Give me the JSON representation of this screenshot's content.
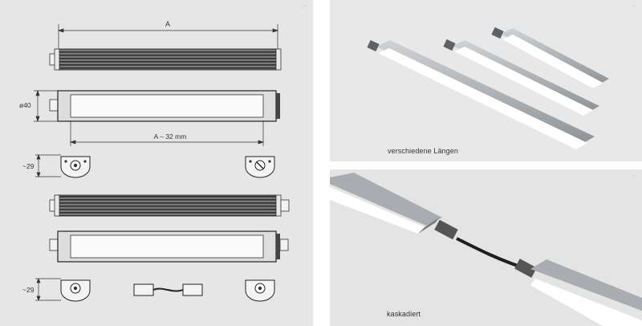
{
  "drawing": {
    "dim_length": "A",
    "dim_diameter": "ø40",
    "dim_inner": "A – 32 mm",
    "dim_height_top": "~29",
    "dim_height_bottom": "~29",
    "corner_mark": "⌜"
  },
  "photos": {
    "lengths_caption": "verschiedene Längen",
    "cascade_caption": "kaskadiert"
  }
}
